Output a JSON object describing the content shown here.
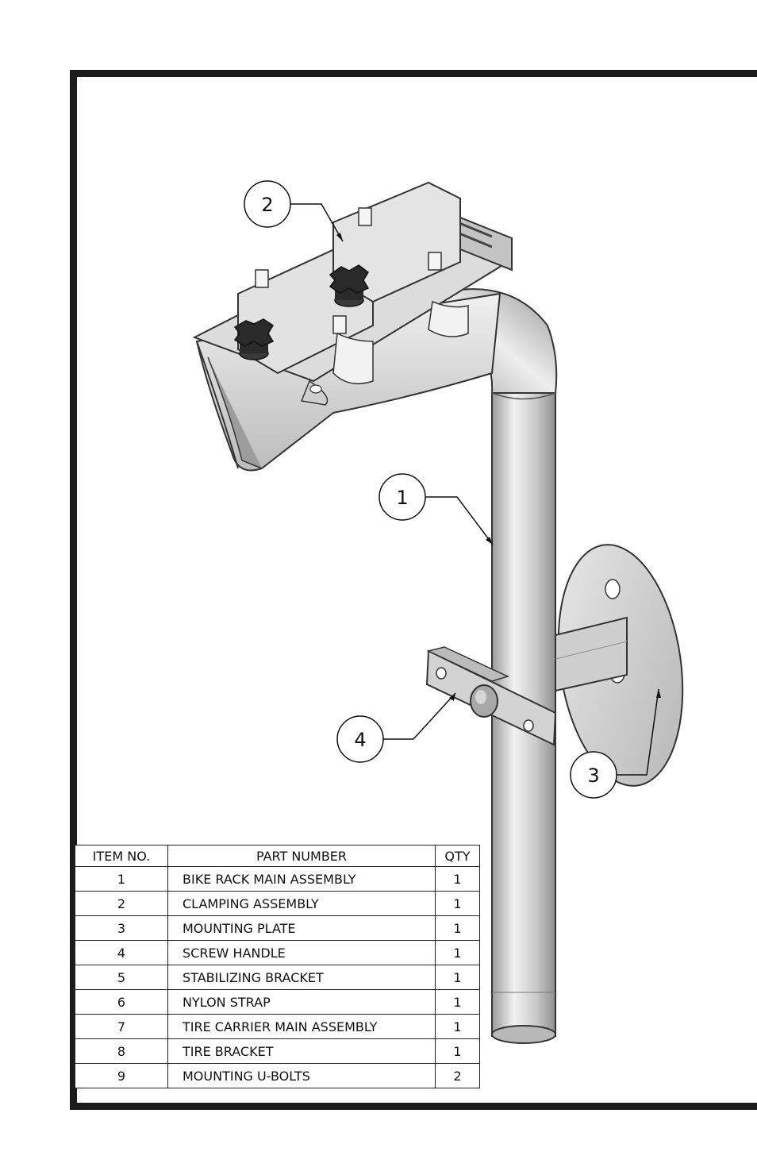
{
  "balloons": [
    {
      "item": "2"
    },
    {
      "item": "1"
    },
    {
      "item": "4"
    },
    {
      "item": "3"
    }
  ],
  "bom": {
    "headers": {
      "item": "ITEM NO.",
      "part": "PART NUMBER",
      "qty": "QTY"
    },
    "rows": [
      {
        "item": "1",
        "part": "BIKE RACK MAIN ASSEMBLY",
        "qty": "1"
      },
      {
        "item": "2",
        "part": "CLAMPING ASSEMBLY",
        "qty": "1"
      },
      {
        "item": "3",
        "part": "MOUNTING PLATE",
        "qty": "1"
      },
      {
        "item": "4",
        "part": "SCREW HANDLE",
        "qty": "1"
      },
      {
        "item": "5",
        "part": "STABILIZING BRACKET",
        "qty": "1"
      },
      {
        "item": "6",
        "part": "NYLON STRAP",
        "qty": "1"
      },
      {
        "item": "7",
        "part": "TIRE CARRIER MAIN ASSEMBLY",
        "qty": "1"
      },
      {
        "item": "8",
        "part": "TIRE BRACKET",
        "qty": "1"
      },
      {
        "item": "9",
        "part": "MOUNTING U-BOLTS",
        "qty": "2"
      }
    ]
  },
  "colors": {
    "border": "#1b1b1b",
    "metal_light": "#e6e6e6",
    "metal_mid": "#bdbdbd",
    "metal_dark": "#8a8a8a",
    "knob": "#2a2a2a"
  }
}
